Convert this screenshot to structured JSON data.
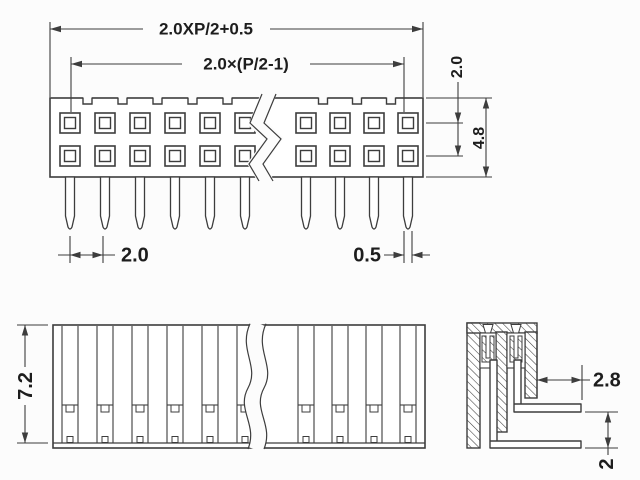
{
  "drawing": {
    "background": "#fcfcfc",
    "line_color": "#3d3d3d",
    "text_color": "#1d1d1d",
    "views": {
      "top": {
        "dim_overall_width": "2.0XP/2+0.5",
        "dim_span_width": "2.0×(P/2-1)",
        "dim_row_pitch": "2.0",
        "dim_body_height": "4.8",
        "dim_pin_pitch": "2.0",
        "dim_pin_width": "0.5"
      },
      "front": {
        "dim_height": "7.2"
      },
      "side": {
        "dim_pin_protrusion": "2.8",
        "dim_pin_row_gap": "2"
      }
    }
  }
}
